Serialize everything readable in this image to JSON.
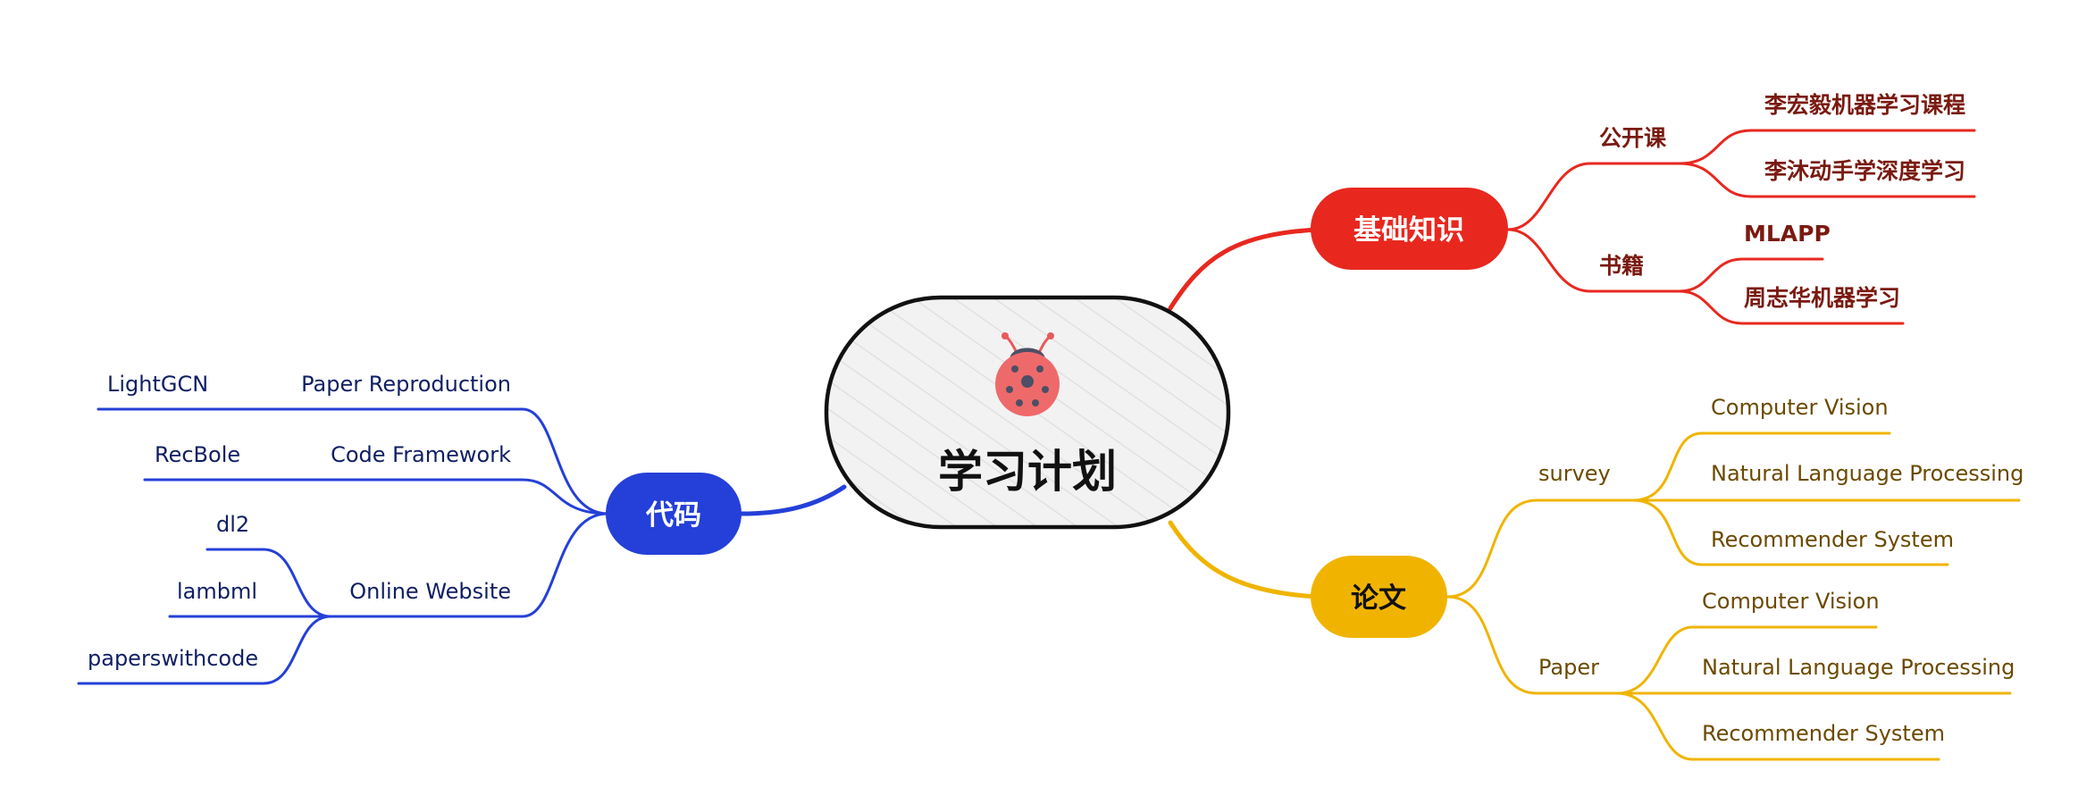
{
  "central": {
    "title": "学习计划",
    "icon": "ladybug-icon"
  },
  "branches": {
    "basics": {
      "label": "基础知识",
      "color": "#e8281f",
      "text_color": "#7a1a10",
      "groups": [
        {
          "label": "公开课",
          "items": [
            "李宏毅机器学习课程",
            "李沐动手学深度学习"
          ]
        },
        {
          "label": "书籍",
          "items": [
            "MLAPP",
            "周志华机器学习"
          ]
        }
      ]
    },
    "papers": {
      "label": "论文",
      "color": "#f0b400",
      "text_color": "#6b4a00",
      "groups": [
        {
          "label": "survey",
          "items": [
            "Computer Vision",
            "Natural Language Processing",
            "Recommender System"
          ]
        },
        {
          "label": "Paper",
          "items": [
            "Computer Vision",
            "Natural Language Processing",
            "Recommender System"
          ]
        }
      ]
    },
    "code": {
      "label": "代码",
      "color": "#2440d8",
      "text_color": "#0f1f63",
      "groups": [
        {
          "label": "Paper Reproduction",
          "items": [
            "LightGCN"
          ]
        },
        {
          "label": "Code Framework",
          "items": [
            "RecBole"
          ]
        },
        {
          "label": "Online Website",
          "items": [
            "dl2",
            "lambml",
            "paperswithcode"
          ]
        }
      ]
    }
  }
}
